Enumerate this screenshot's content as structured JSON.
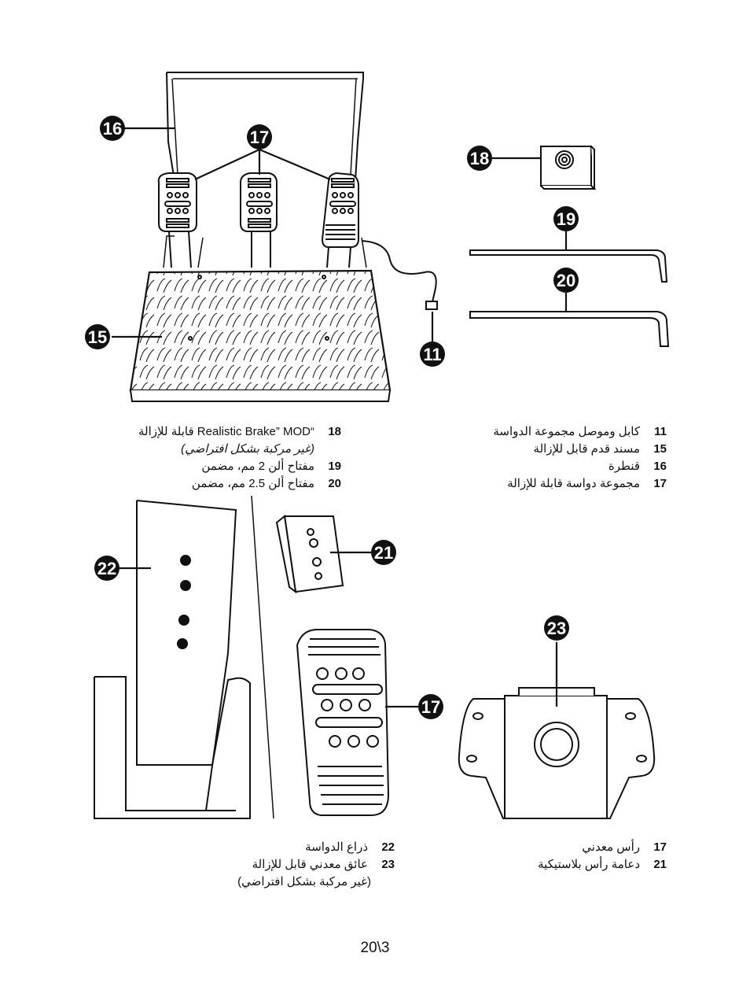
{
  "callouts": {
    "c11": "11",
    "c15": "15",
    "c16": "16",
    "c17a": "17",
    "c18": "18",
    "c19": "19",
    "c20": "20",
    "c21": "21",
    "c22": "22",
    "c17b": "17",
    "c23": "23"
  },
  "legend_right_top": [
    {
      "id": "11",
      "text": "كابل وموصل مجموعة الدواسة"
    },
    {
      "id": "15",
      "text": "مسند قدم قابل للإزالة"
    },
    {
      "id": "16",
      "text": "قنطرة"
    },
    {
      "id": "17",
      "text": "مجموعة دواسة قابلة للإزالة"
    }
  ],
  "legend_left_top": [
    {
      "id": "18",
      "text": "“Realistic Brake” MOD  قابلة  للإزالة"
    },
    {
      "id": "19",
      "text": "مفتاح ألن 2 مم، مضمن"
    },
    {
      "id": "20",
      "text": "مفتاح ألن 2.5 مم، مضمن"
    }
  ],
  "legend_left_top_note": "(غير مركبة بشكل افتراضي)",
  "legend_right_bottom": [
    {
      "id": "17",
      "text": "رأس معدني"
    },
    {
      "id": "21",
      "text": "دعامة رأس بلاستيكية"
    }
  ],
  "legend_left_bottom": [
    {
      "id": "22",
      "text": "ذراع الدواسة"
    },
    {
      "id": "23",
      "text": "عائق معدني قابل للإزالة"
    }
  ],
  "legend_left_bottom_note": "(غير مركبة بشكل افتراضي)",
  "page_number": "20\\3"
}
